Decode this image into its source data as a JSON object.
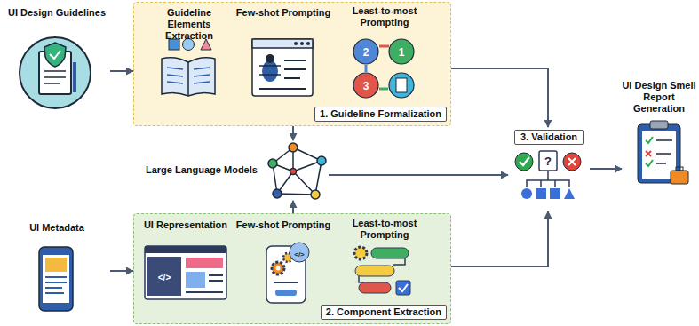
{
  "diagram": {
    "nodes": [
      {
        "text": [
          "UI Design Guidelines"
        ]
      },
      {
        "text": [
          "1. Guideline Formalization"
        ]
      },
      {
        "text": [
          "Guideline Elements Extraction"
        ],
        "in": 1
      },
      {
        "text": [
          "Few-shot Prompting"
        ],
        "in": 1
      },
      {
        "text": [
          "Least-to-most Prompting"
        ],
        "in": 1
      },
      {
        "text": [
          "Large Language Models"
        ]
      },
      {
        "text": [
          "UI Metadata"
        ]
      },
      {
        "text": [
          "2. Component Extraction"
        ]
      },
      {
        "text": [
          "UI Representation"
        ],
        "in": 7
      },
      {
        "text": [
          "Few-shot Prompting"
        ],
        "in": 7
      },
      {
        "text": [
          "Least-to-most Prompting"
        ],
        "in": 7
      },
      {
        "text": [
          "3. Validation"
        ]
      },
      {
        "text": [
          "UI Design Smell Report Generation"
        ]
      }
    ],
    "edges": [
      {
        "from": 0,
        "to": 1,
        "arrow": "to"
      },
      {
        "from": 1,
        "to": 5,
        "arrow": "to"
      },
      {
        "from": 5,
        "to": 11,
        "arrow": "to"
      },
      {
        "from": 6,
        "to": 7,
        "arrow": "to"
      },
      {
        "from": 7,
        "to": 5,
        "arrow": "to"
      },
      {
        "from": 1,
        "to": 11,
        "arrow": "to"
      },
      {
        "from": 7,
        "to": 11,
        "arrow": "to"
      },
      {
        "from": 11,
        "to": 12,
        "arrow": "to"
      }
    ],
    "labels": [
      "2",
      "1",
      "3",
      "</>",
      "</>",
      "?"
    ]
  }
}
